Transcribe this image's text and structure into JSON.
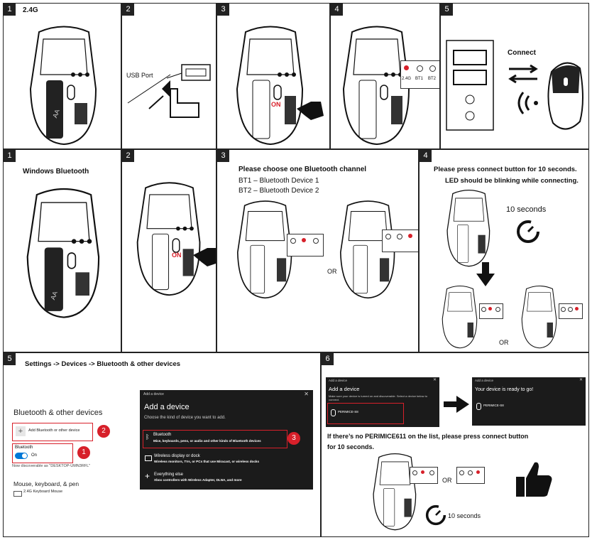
{
  "row1": {
    "n1": "1",
    "n2": "2",
    "n3": "3",
    "n4": "4",
    "n5": "5",
    "title_24g": "2.4G",
    "usb_port": "USB Port",
    "on": "ON",
    "led_24g": "2.4G",
    "led_bt1": "BT1",
    "led_bt2": "BT2",
    "connect": "Connect",
    "battery": "AA"
  },
  "row2": {
    "n1": "1",
    "n2": "2",
    "n3": "3",
    "n4": "4",
    "title_win": "Windows Bluetooth",
    "on": "ON",
    "choose_title": "Please choose one Bluetooth channel",
    "bt1_line": "BT1 – Bluetooth Device 1",
    "bt2_line": "BT2 – Bluetooth Device 2",
    "or": "OR",
    "press_line1": "Please press connect button for 10 seconds.",
    "press_line2": "LED should be blinking while connecting.",
    "ten_seconds": "10 seconds"
  },
  "row3": {
    "n5": "5",
    "n6": "6",
    "settings_path": "Settings -> Devices -> Bluetooth & other devices",
    "bt_other": "Bluetooth & other devices",
    "add_bt": "Add Bluetooth or other device",
    "bluetooth": "Bluetooth",
    "on": "On",
    "discoverable": "Now discoverable as \"DESKTOP-UMN3RFL\"",
    "mouse_kbd": "Mouse, keyboard, & pen",
    "kbd_mouse": "2.4G Keyboard Mouse",
    "dlg_caption": "Add a device",
    "dlg_title": "Add a device",
    "dlg_sub": "Choose the kind of device you want to add.",
    "opt1_title": "Bluetooth",
    "opt1_desc": "Mice, keyboards, pens, or audio and other kinds of Bluetooth devices",
    "opt2_title": "Wireless display or dock",
    "opt2_desc": "Wireless monitors, TVs, or PCs that use Miracast, or wireless docks",
    "opt3_title": "Everything else",
    "opt3_desc": "Xbox controllers with Wireless Adapter, DLNA, and more",
    "c1": "1",
    "c2": "2",
    "c3": "3",
    "w6a_caption": "Add a device",
    "w6a_title": "Add a device",
    "w6a_sub": "Make sure your device is turned on and discoverable. Select a device below to connect.",
    "w6a_item": "PERIMICE-S8",
    "w6b_caption": "Add a device",
    "w6b_title": "Your device is ready to go!",
    "w6b_item": "PERIMICE-S8",
    "no_list_1": "If there’s no PERIMICE611 on the list, please press connect button",
    "no_list_2": "for 10 seconds.",
    "or": "OR",
    "ten_seconds": "10 seconds"
  },
  "colors": {
    "accent_red": "#d7202a",
    "win_blue": "#0078d7",
    "dark": "#1b1b1b"
  }
}
